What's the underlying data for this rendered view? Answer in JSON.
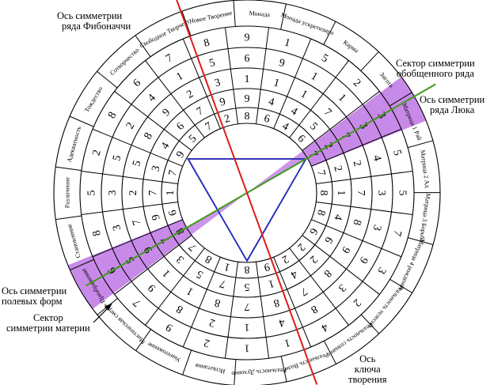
{
  "labels": {
    "fib_axis": [
      "Ось симметрии",
      "ряда Фибоначчи"
    ],
    "gen_sector": [
      "Сектор симметрии",
      "обобщенного ряда"
    ],
    "lucas_axis": [
      "Ось симметрии",
      "ряда Люка"
    ],
    "field_axis": [
      "Ось симметрии",
      "полевых форм"
    ],
    "matter_sector": [
      "Сектор",
      "симметрии материи"
    ],
    "key_axis": [
      "Ось",
      "ключа",
      "творения"
    ]
  },
  "sector_names": [
    "Монада",
    "Монада ускретизированная",
    "Карма",
    "Зигота",
    "Матрица 1 Рай",
    "Матрица 2 Ад",
    "Матрица 3 Борьба",
    "Матрица 4 рождение",
    "Реальность телесности",
    "Реальность сознания личности",
    "Реальность Воли",
    "Реальность Духовное пробуждение",
    "Испытания",
    "Уничтожение",
    "Мистическая смерть",
    "Преображение",
    "Становление",
    "Различение",
    "Адекватность",
    "Тождество",
    "Сотворчество",
    "Свободное Творчество",
    "Новое Творение"
  ],
  "rings": [
    [
      "6",
      "4",
      "6",
      "7",
      "7",
      "8",
      "8",
      "6",
      "2",
      "2",
      "9",
      "8",
      "1",
      "8",
      "7",
      "8",
      "6",
      "1",
      "7",
      "9",
      "5",
      "7",
      "2",
      "8"
    ],
    [
      "4",
      "4",
      "5",
      "2",
      "2",
      "1",
      "4",
      "6",
      "2",
      "4",
      "1",
      "5",
      "7",
      "5",
      "3",
      "7",
      "9",
      "7",
      "3",
      "4",
      "6",
      "7",
      "9",
      "9"
    ],
    [
      "1",
      "1",
      "7",
      "7",
      "2",
      "7",
      "8",
      "9",
      "8",
      "7",
      "8",
      "7",
      "8",
      "1",
      "1",
      "9",
      "7",
      "2",
      "5",
      "8",
      "9",
      "2",
      "3",
      "1"
    ],
    [
      "9",
      "1",
      "1",
      "3",
      "4",
      "3",
      "3",
      "9",
      "3",
      "8",
      "4",
      "1",
      "2",
      "8",
      "9",
      "5",
      "3",
      "3",
      "5",
      "2",
      "4",
      "1",
      "5",
      "6"
    ],
    [
      "1",
      "5",
      "2",
      "3",
      "5",
      "5",
      "7",
      "3",
      "2",
      "4",
      "1",
      "1",
      "2",
      "9",
      "7",
      "6",
      "8",
      "5",
      "2",
      "8",
      "6",
      "7",
      "8",
      "9"
    ]
  ],
  "colors": {
    "red": "#e01b1b",
    "green": "#3f9a1a",
    "blue": "#1c33c8",
    "violet": "#c88ae8"
  }
}
